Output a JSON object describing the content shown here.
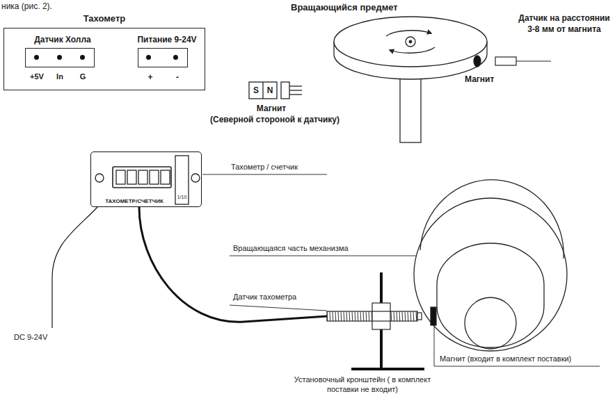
{
  "diagram": {
    "nodes": [
      {
        "text": [
          "Тахометр"
        ]
      },
      {
        "text": [
          "Датчик Холла"
        ],
        "in": 0
      },
      {
        "text": [
          "Питание 9-24V"
        ],
        "in": 0
      },
      {
        "text": [
          "ТАХОМЕТР/СЧЕТЧИК"
        ]
      }
    ],
    "labels": [
      "ника (рис. 2).",
      "+5V",
      "In",
      "G",
      "+",
      "-",
      "Вращающийся предмет",
      "Датчик на расстоянии 3-8 мм от магнита",
      "Магнит",
      "S",
      "N",
      "Магнит",
      "(Северной стороной к датчику)",
      "1/10",
      "Тахометр / счетчик",
      "Вращающаяся часть механизма",
      "Датчик тахометра",
      "Магнит (входит в комплект поставки)",
      "Установочный кронштейн ( в комплект поставки не входит)",
      "DC 9-24V"
    ]
  }
}
